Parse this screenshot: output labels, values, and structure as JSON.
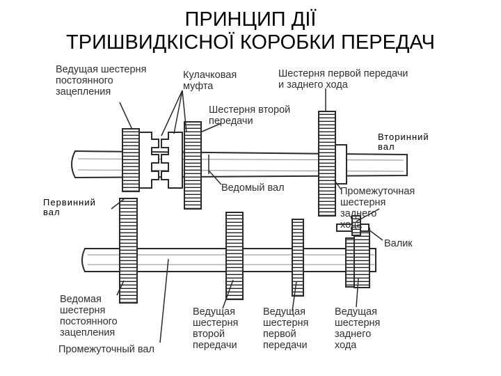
{
  "title": {
    "line1": "ПРИНЦИП ДІЇ",
    "line2": "ТРИШВИДКІСНОЇ КОРОБКИ ПЕРЕДАЧ"
  },
  "labels": {
    "drive_gear_constant": "Ведущая шестерня\nпостоянного\nзацепления",
    "dog_clutch": "Кулачковая\nмуфта",
    "first_reverse_gear": "Шестерня первой передачи\nи заднего хода",
    "second_gear": "Шестерня второй\nпередачи",
    "secondary_shaft": "Вторинний\nвал",
    "primary_shaft": "Первинний\nвал",
    "driven_shaft": "Ведомый вал",
    "reverse_idler_gear": "Промежуточная\nшестерня\nзаднего\nхода",
    "roller": "Валик",
    "driven_gear_constant": "Ведомая\nшестерня\nпостоянного\nзацепления",
    "countershaft": "Промежуточный вал",
    "drive_second": "Ведущая\nшестерня\nвторой\nпередачи",
    "drive_first": "Ведущая\nшестерня\nпервой\nпередачи",
    "drive_reverse": "Ведущая\nшестерня\nзаднего\nхода"
  },
  "colors": {
    "ink": "#2a2a2a",
    "label_ink": "#2f2f2f",
    "shaft_fill": "#ffffff"
  }
}
